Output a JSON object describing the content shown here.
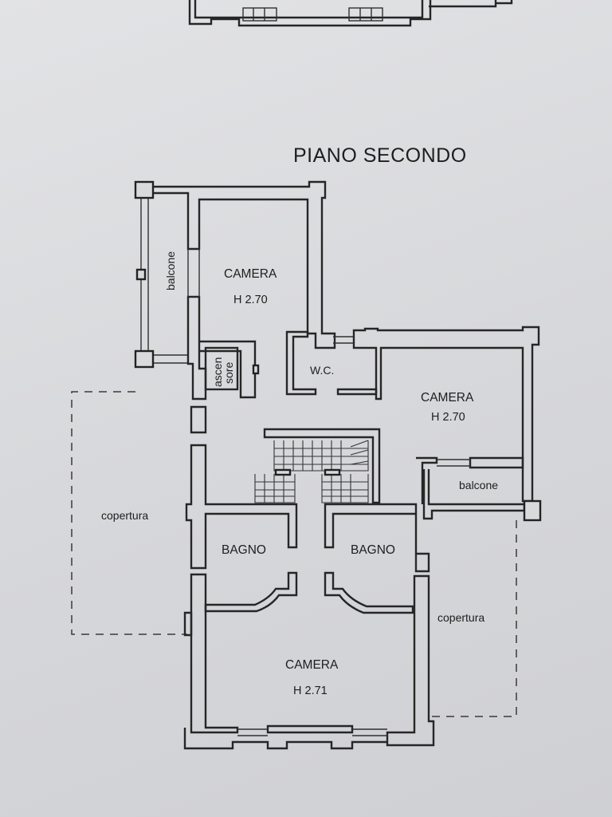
{
  "title": "PIANO SECONDO",
  "rooms": {
    "camera_nw": {
      "name": "CAMERA",
      "height": "H 2.70"
    },
    "camera_e": {
      "name": "CAMERA",
      "height": "H 2.70"
    },
    "camera_s": {
      "name": "CAMERA",
      "height": "H 2.71"
    },
    "wc": {
      "name": "W.C."
    },
    "bagno_w": {
      "name": "BAGNO"
    },
    "bagno_e": {
      "name": "BAGNO"
    },
    "balcone_w": {
      "name": "balcone"
    },
    "balcone_e": {
      "name": "balcone"
    },
    "ascensore": {
      "line1": "ascen",
      "line2": "sore"
    },
    "copertura_w": {
      "name": "copertura"
    },
    "copertura_e": {
      "name": "copertura"
    }
  }
}
